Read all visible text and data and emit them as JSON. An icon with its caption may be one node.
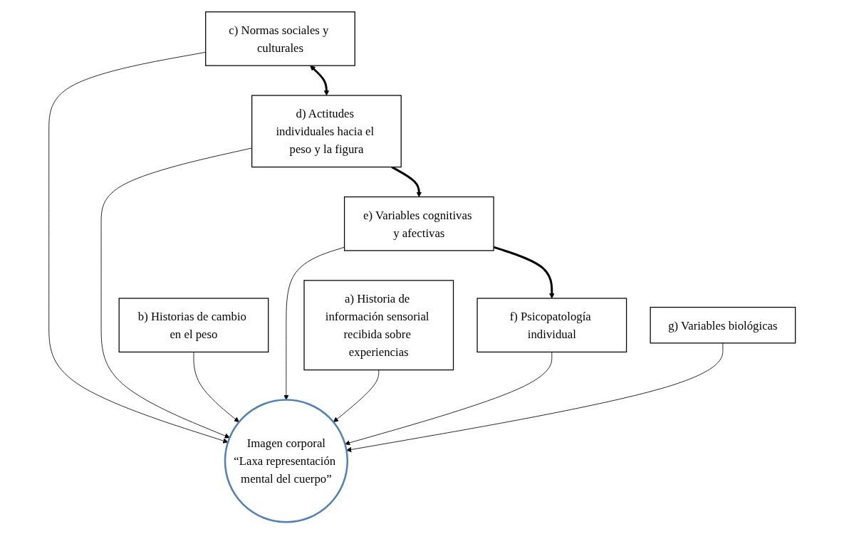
{
  "diagram": {
    "nodes": [
      {
        "text": [
          "c) Normas sociales y culturales"
        ]
      },
      {
        "text": [
          "d) Actitudes individuales hacia el peso y la figura"
        ]
      },
      {
        "text": [
          "b) Historias de cambio en el peso"
        ]
      },
      {
        "text": [
          "Imagen corporal",
          "“Laxa representación mental del cuerpo”"
        ]
      },
      {
        "text": [
          "e) Variables cognitivas y afectivas"
        ]
      },
      {
        "text": [
          "a) Historia de información sensorial recibida sobre experiencias"
        ]
      },
      {
        "text": [
          "f) Psicopatología individual"
        ]
      },
      {
        "text": [
          "g) Variables biológicas"
        ]
      }
    ],
    "edges": [
      {
        "from": 0,
        "to": 1,
        "arrow": "both",
        "style": "thick"
      },
      {
        "from": 0,
        "to": 3,
        "arrow": "to"
      },
      {
        "from": 1,
        "to": 3,
        "arrow": "to"
      },
      {
        "from": 1,
        "to": 4,
        "arrow": "to",
        "style": "thick"
      },
      {
        "from": 2,
        "to": 3,
        "arrow": "to"
      },
      {
        "from": 4,
        "to": 3,
        "arrow": "to"
      },
      {
        "from": 4,
        "to": 6,
        "arrow": "to",
        "style": "thick"
      },
      {
        "from": 5,
        "to": 3,
        "arrow": "to"
      },
      {
        "from": 6,
        "to": 3,
        "arrow": "to"
      },
      {
        "from": 7,
        "to": 3,
        "arrow": "to"
      }
    ]
  }
}
